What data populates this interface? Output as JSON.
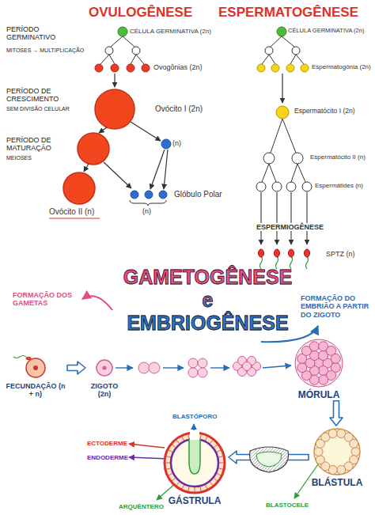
{
  "diagram": {
    "title": "GAMETOGÊNESE e EMBRIOGÊNESE",
    "nodes": [
      {
        "text": [
          "FECUNDAÇÃO (n + n)"
        ]
      },
      {
        "text": [
          "ZIGOTO (2n)"
        ]
      },
      {
        "text": [
          "MÓRULA"
        ]
      },
      {
        "text": [
          "BLÁSTULA"
        ]
      },
      {
        "text": [
          "GÁSTRULA"
        ]
      }
    ],
    "edges": [
      {
        "from": 0,
        "to": 1,
        "arrow": "to"
      },
      {
        "from": 2,
        "to": 3,
        "arrow": "to"
      },
      {
        "from": 3,
        "to": 4,
        "arrow": "to"
      }
    ],
    "labels": [
      "OVULOGÊNESE",
      "ESPERMATOGÊNESE",
      "PERÍODO GERMINATIVO",
      "MITOSES → MULTIPLICAÇÃO",
      "CÉLULA GERMINATIVA (2n)",
      "CÉLULA GERMINATIVA (2n)",
      "Ovogônias (2n)",
      "Espermatogônia (2n)",
      "PERÍODO DE CRESCIMENTO",
      "SEM DIVISÃO CELULAR",
      "Ovócito I (2n)",
      "Espermatócito I (2n)",
      "PERÍODO DE MATURAÇÃO",
      "MEIOSES",
      "(n)",
      "Glóbulo Polar",
      "(n)",
      "Ovócito II (n)",
      "Espermatócito II (n)",
      "Espermátides (n)",
      "ESPERMIOGÊNESE",
      "SPTZ (n)",
      "FORMAÇÃO DOS GAMETAS",
      "FORMAÇÃO DO EMBRIÃO A PARTIR DO ZIGOTO",
      "BLASTÓPORO",
      "ECTODERME",
      "ENDODERME",
      "ARQUÊNTERO",
      "BLASTOCELE"
    ]
  }
}
